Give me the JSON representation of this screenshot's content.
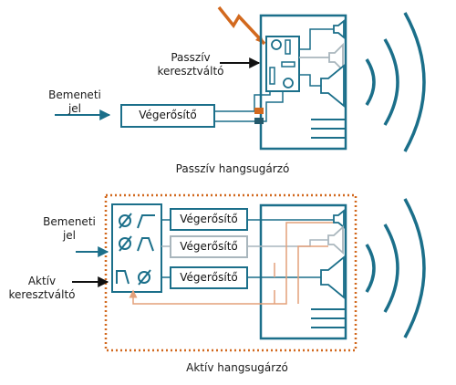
{
  "colors": {
    "teal": "#1b6f8a",
    "grey": "#a9b6bd",
    "orange": "#d2691e",
    "salmon": "#e3a07a",
    "cap": "#23596b"
  },
  "passive": {
    "input_line1": "Bemeneti",
    "input_line2": "jel",
    "crossover_line1": "Passzív",
    "crossover_line2": "keresztváltó",
    "amplifier": "Végerősítő",
    "caption": "Passzív hangsugárzó"
  },
  "active": {
    "input_line1": "Bemeneti",
    "input_line2": "jel",
    "crossover_line1": "Aktív",
    "crossover_line2": "keresztváltó",
    "amplifiers": [
      "Végerősítő",
      "Végerősítő",
      "Végerősítő"
    ],
    "caption": "Aktív hangsugárzó"
  }
}
